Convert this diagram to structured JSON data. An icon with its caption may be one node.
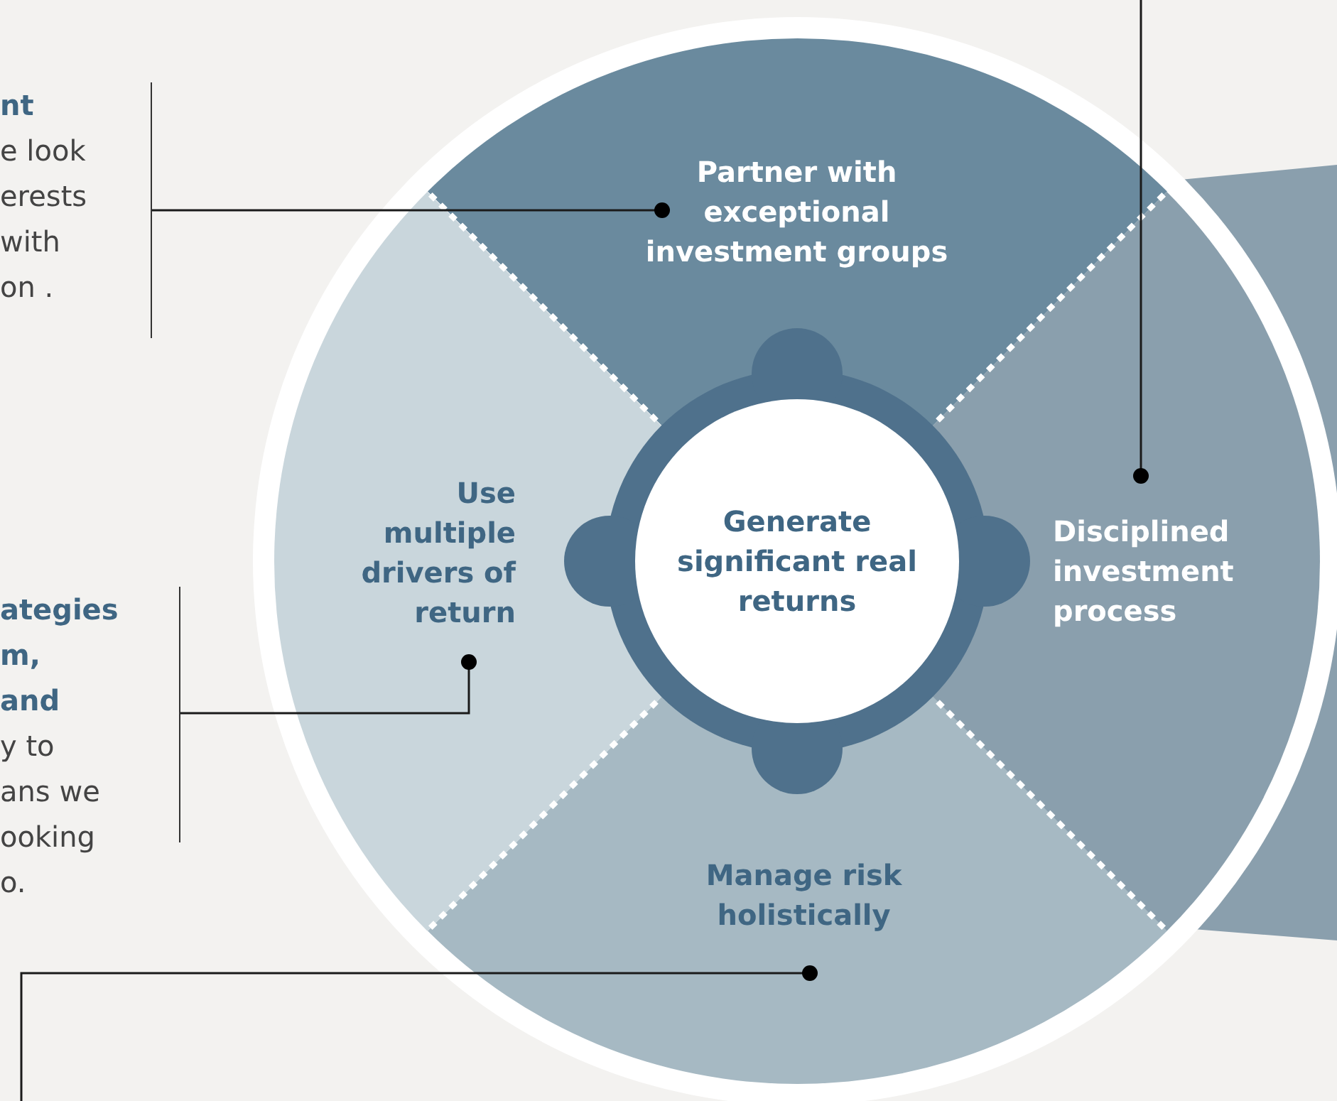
{
  "diagram": {
    "nodes": [
      {
        "text": [
          "Partner with exceptional investment groups"
        ]
      },
      {
        "text": [
          "Disciplined investment process"
        ]
      },
      {
        "text": [
          "Manage risk holistically"
        ]
      },
      {
        "text": [
          "Use multiple drivers of return"
        ]
      },
      {
        "text": [
          "Generate significant real returns"
        ]
      },
      {
        "text": [
          "nt",
          "e look erests with on ."
        ]
      },
      {
        "text": [
          "ategies m, and",
          "y to ans we ooking o."
        ]
      }
    ],
    "edges": [
      {
        "from": 5,
        "to": 0,
        "arrow": "other"
      },
      {
        "from": null,
        "to": 1,
        "arrow": "other"
      },
      {
        "from": null,
        "to": 2,
        "arrow": "other"
      },
      {
        "from": 6,
        "to": 3,
        "arrow": "other"
      }
    ]
  }
}
